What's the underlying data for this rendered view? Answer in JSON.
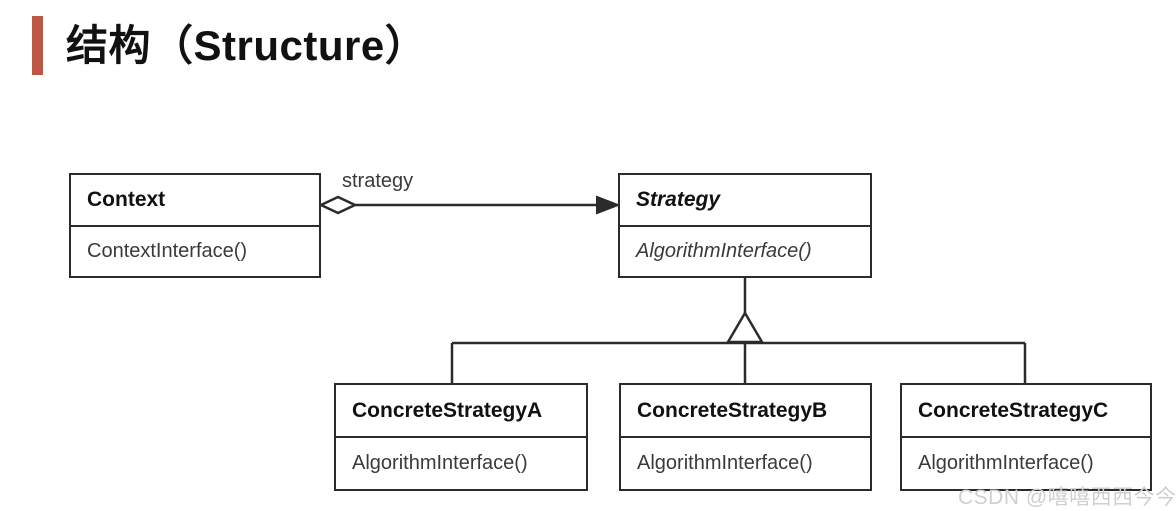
{
  "slide": {
    "title": "结构（Structure）",
    "accent_color": "#bd5644"
  },
  "diagram": {
    "type": "uml-class-diagram",
    "pattern": "Strategy",
    "classes": [
      {
        "id": "context",
        "name": "Context",
        "abstract": false,
        "operations": [
          "ContextInterface()"
        ]
      },
      {
        "id": "strategy",
        "name": "Strategy",
        "abstract": true,
        "operations": [
          "AlgorithmInterface()"
        ]
      },
      {
        "id": "concrete-strategy-a",
        "name": "ConcreteStrategyA",
        "abstract": false,
        "operations": [
          "AlgorithmInterface()"
        ]
      },
      {
        "id": "concrete-strategy-b",
        "name": "ConcreteStrategyB",
        "abstract": false,
        "operations": [
          "AlgorithmInterface()"
        ]
      },
      {
        "id": "concrete-strategy-c",
        "name": "ConcreteStrategyC",
        "abstract": false,
        "operations": [
          "AlgorithmInterface()"
        ]
      }
    ],
    "relationships": [
      {
        "id": "context-strategy",
        "kind": "aggregation",
        "from": "context",
        "to": "strategy",
        "label": "strategy",
        "source_marker": "hollow-diamond",
        "target_marker": "filled-arrow"
      },
      {
        "id": "generalization-a",
        "kind": "generalization",
        "from": "concrete-strategy-a",
        "to": "strategy",
        "label": "",
        "target_marker": "hollow-triangle"
      },
      {
        "id": "generalization-b",
        "kind": "generalization",
        "from": "concrete-strategy-b",
        "to": "strategy",
        "label": "",
        "target_marker": "hollow-triangle"
      },
      {
        "id": "generalization-c",
        "kind": "generalization",
        "from": "concrete-strategy-c",
        "to": "strategy",
        "label": "",
        "target_marker": "hollow-triangle"
      }
    ],
    "line_color": "#2b2b2b"
  },
  "watermark": {
    "text": "CSDN @嘻嘻西西今今"
  }
}
